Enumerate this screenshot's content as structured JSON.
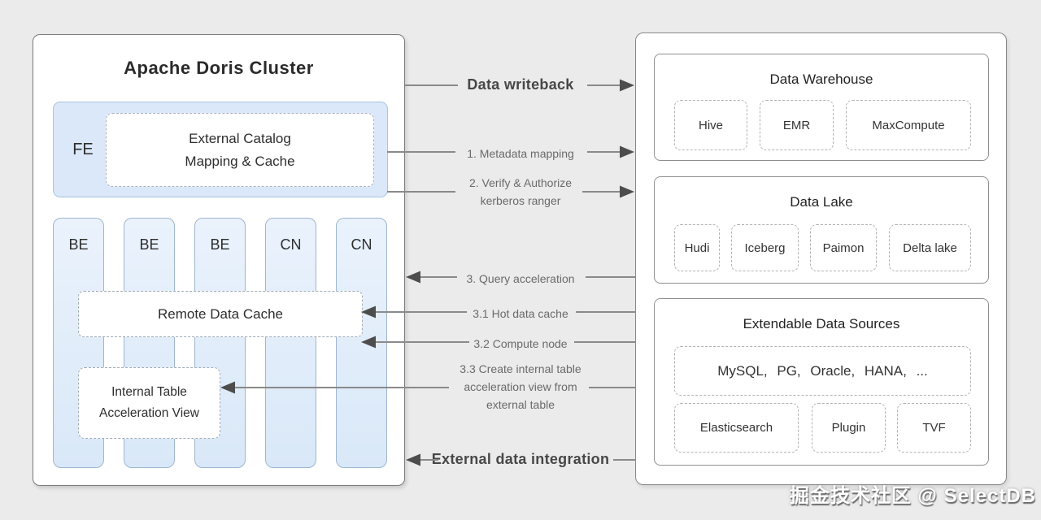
{
  "colors": {
    "background": "#ebebeb",
    "panel_fill": "#ffffff",
    "panel_border": "#7d7d7d",
    "fe_fill": "#dbe8f9",
    "fe_border": "#aac4e2",
    "node_fill": "#e0ecf9",
    "node_border": "#9fb6d0",
    "connector_line": "#8a8a8a",
    "arrowhead": "#4d4d4d"
  },
  "cluster": {
    "title": "Apache Doris Cluster",
    "fe_label": "FE",
    "external_catalog": {
      "line1": "External Catalog",
      "line2": "Mapping & Cache"
    },
    "nodes": [
      "BE",
      "BE",
      "BE",
      "CN",
      "CN"
    ],
    "remote_data_cache": "Remote Data Cache",
    "internal_table_view": {
      "line1": "Internal Table",
      "line2": "Acceleration View"
    }
  },
  "flows": {
    "data_writeback": "Data writeback",
    "metadata_mapping": "1. Metadata mapping",
    "verify_authorize": {
      "line1": "2. Verify & Authorize",
      "line2": "kerberos ranger"
    },
    "query_acceleration": "3. Query acceleration",
    "hot_data_cache": "3.1 Hot data cache",
    "compute_node": "3.2 Compute node",
    "create_view": {
      "line1": "3.3 Create internal table",
      "line2": "acceleration view from",
      "line3": "external table"
    },
    "external_integration": "External data integration"
  },
  "external_systems": {
    "data_warehouse": {
      "title": "Data Warehouse",
      "items": [
        "Hive",
        "EMR",
        "MaxCompute"
      ]
    },
    "data_lake": {
      "title": "Data Lake",
      "items": [
        "Hudi",
        "Iceberg",
        "Paimon",
        "Delta lake"
      ]
    },
    "extendable_sources": {
      "title": "Extendable Data Sources",
      "jdbc_sources": "MySQL, PG, Oracle, HANA, ...",
      "items": [
        "Elasticsearch",
        "Plugin",
        "TVF"
      ]
    }
  },
  "watermark": "掘金技术社区 @ SelectDB"
}
